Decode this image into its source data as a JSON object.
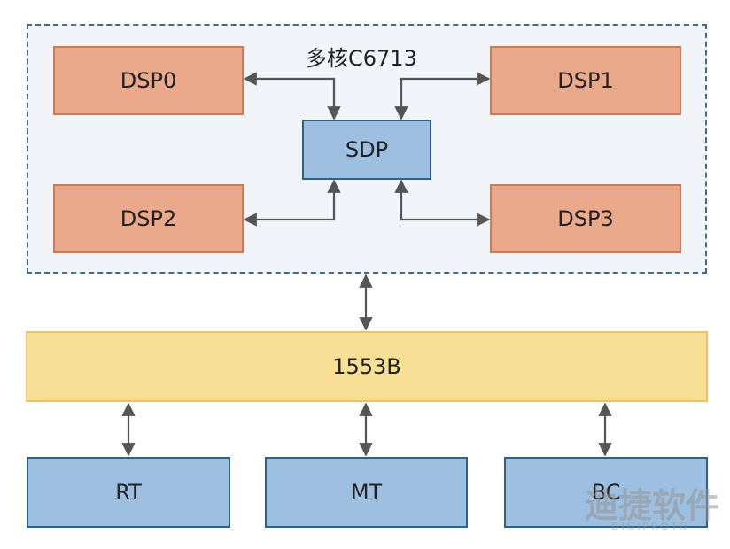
{
  "region": {
    "title": "多核C6713"
  },
  "dsp0": {
    "label": "DSP0"
  },
  "dsp1": {
    "label": "DSP1"
  },
  "dsp2": {
    "label": "DSP2"
  },
  "dsp3": {
    "label": "DSP3"
  },
  "sdp": {
    "label": "SDP"
  },
  "bus": {
    "label": "1553B"
  },
  "nodes": {
    "rt": {
      "label": "RT"
    },
    "mt": {
      "label": "MT"
    },
    "bc": {
      "label": "BC"
    }
  },
  "watermark": {
    "main": "迪捷软件",
    "sub": "DIGIPROTO"
  },
  "colors": {
    "dsp_fill": "#eaa98a",
    "sdp_fill": "#9dbfe0",
    "bus_fill": "#f8df96",
    "region_border": "#3d6b91",
    "arrow": "#555555"
  }
}
